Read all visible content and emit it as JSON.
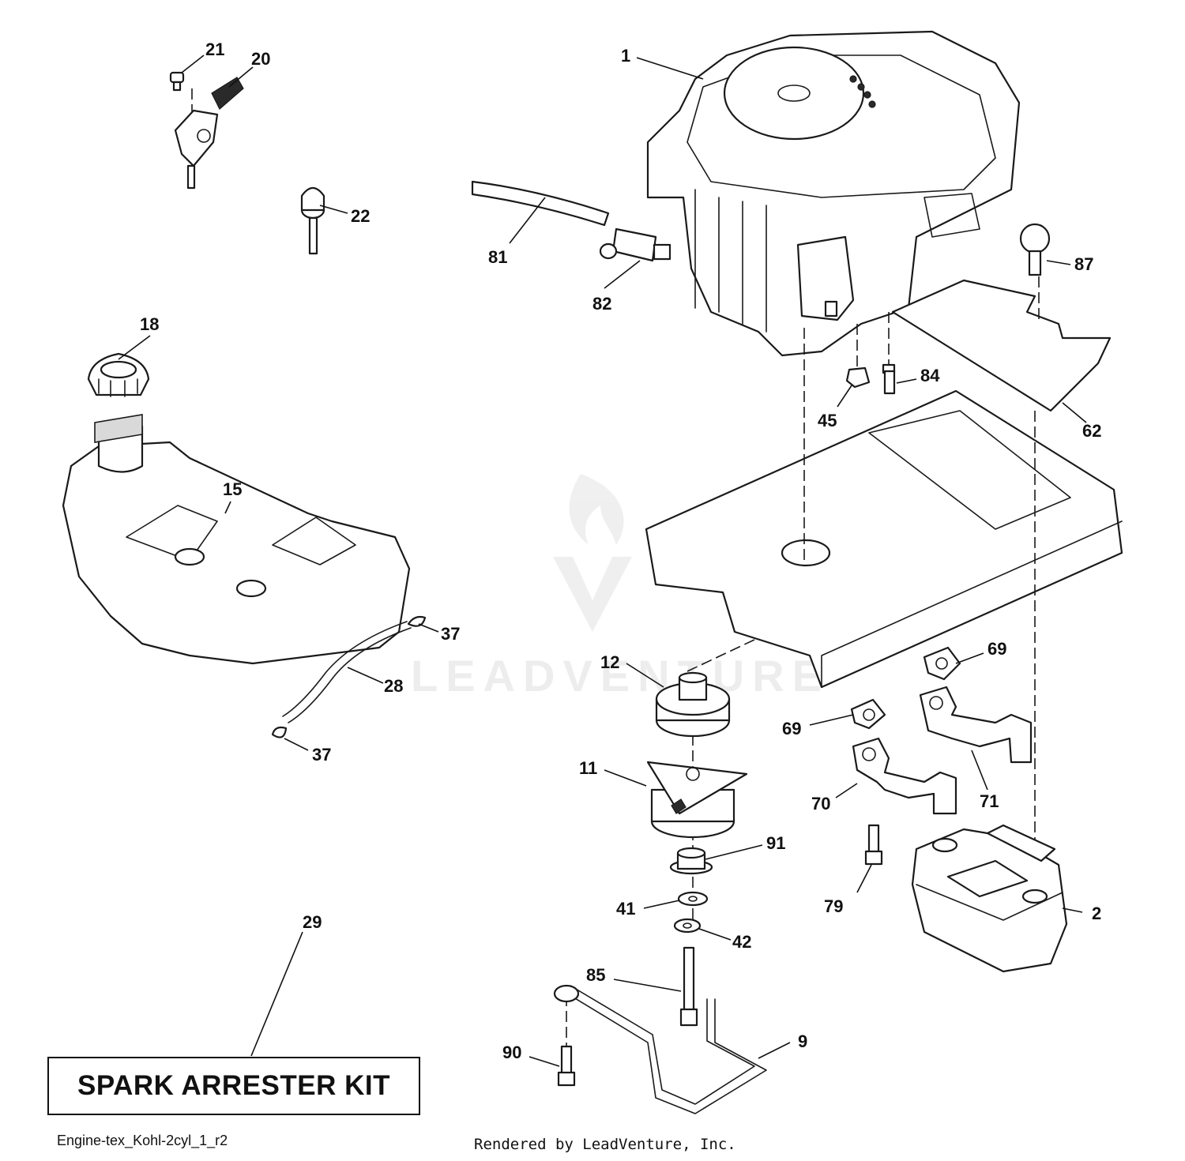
{
  "watermark": "LEADVENTURE",
  "callouts": [
    {
      "id": "1",
      "label": "1"
    },
    {
      "id": "2",
      "label": "2"
    },
    {
      "id": "9",
      "label": "9"
    },
    {
      "id": "11",
      "label": "11"
    },
    {
      "id": "12",
      "label": "12"
    },
    {
      "id": "15",
      "label": "15"
    },
    {
      "id": "18",
      "label": "18"
    },
    {
      "id": "20",
      "label": "20"
    },
    {
      "id": "21",
      "label": "21"
    },
    {
      "id": "22",
      "label": "22"
    },
    {
      "id": "28",
      "label": "28"
    },
    {
      "id": "29",
      "label": "29"
    },
    {
      "id": "37a",
      "label": "37"
    },
    {
      "id": "37b",
      "label": "37"
    },
    {
      "id": "41",
      "label": "41"
    },
    {
      "id": "42",
      "label": "42"
    },
    {
      "id": "45",
      "label": "45"
    },
    {
      "id": "62",
      "label": "62"
    },
    {
      "id": "69a",
      "label": "69"
    },
    {
      "id": "69b",
      "label": "69"
    },
    {
      "id": "70",
      "label": "70"
    },
    {
      "id": "71",
      "label": "71"
    },
    {
      "id": "79",
      "label": "79"
    },
    {
      "id": "81",
      "label": "81"
    },
    {
      "id": "82",
      "label": "82"
    },
    {
      "id": "84",
      "label": "84"
    },
    {
      "id": "85",
      "label": "85"
    },
    {
      "id": "87",
      "label": "87"
    },
    {
      "id": "90",
      "label": "90"
    },
    {
      "id": "91",
      "label": "91"
    }
  ],
  "kit": {
    "label": "SPARK ARRESTER KIT"
  },
  "footer": {
    "diagram_id": "Engine-tex_Kohl-2cyl_1_r2",
    "credit": "Rendered by LeadVenture, Inc."
  }
}
